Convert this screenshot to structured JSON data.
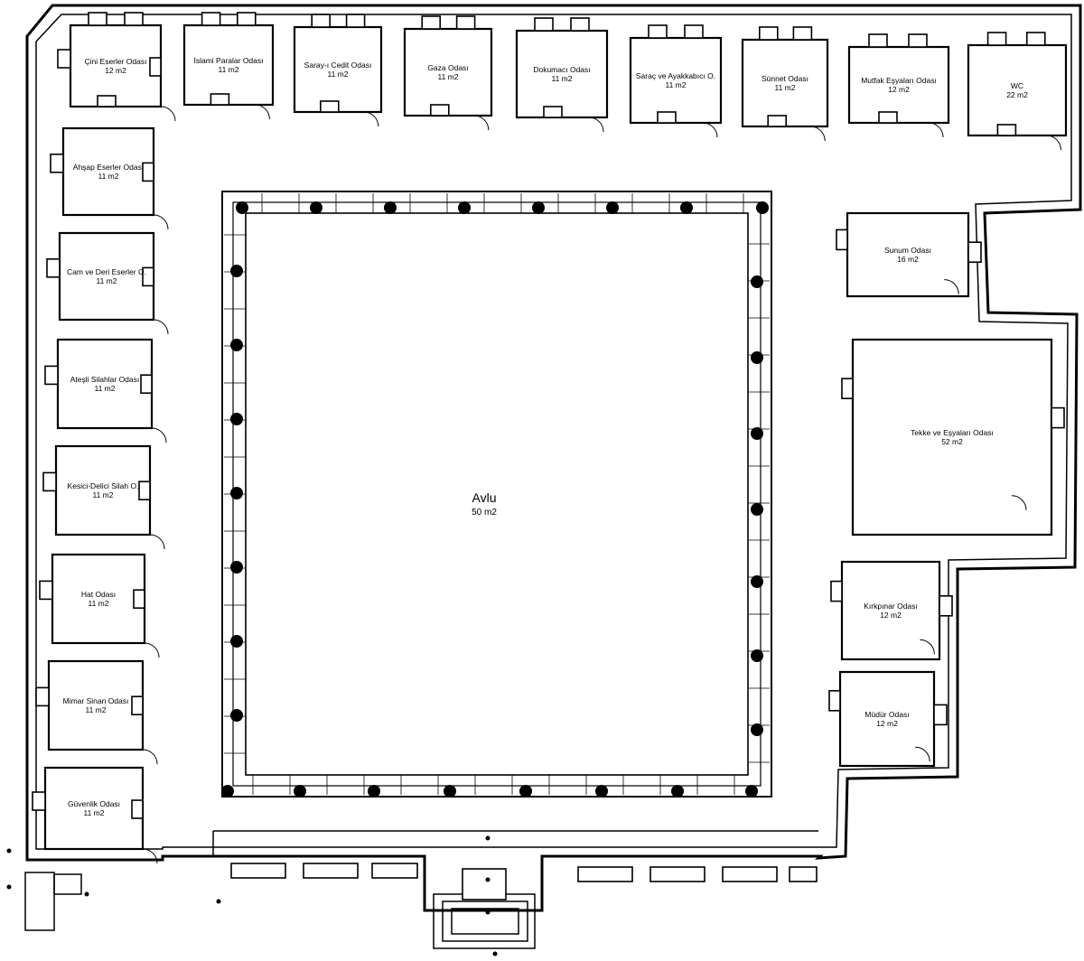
{
  "courtyard": {
    "name": "Avlu",
    "area": "50 m2"
  },
  "rooms": [
    {
      "id": "cini",
      "name": "Çini Eserler Odası",
      "area": "12 m2"
    },
    {
      "id": "islami",
      "name": "İslami Paralar Odası",
      "area": "11 m2"
    },
    {
      "id": "saray",
      "name": "Saray-ı Cedit Odası",
      "area": "11 m2"
    },
    {
      "id": "gaza",
      "name": "Gaza Odası",
      "area": "11 m2"
    },
    {
      "id": "dokumaci",
      "name": "Dokumacı Odası",
      "area": "11 m2"
    },
    {
      "id": "sarac",
      "name": "Saraç ve Ayakkabıcı O.",
      "area": "11 m2"
    },
    {
      "id": "sunnet",
      "name": "Sünnet Odası",
      "area": "11 m2"
    },
    {
      "id": "mutfak",
      "name": "Mutfak Eşyaları Odası",
      "area": "12 m2"
    },
    {
      "id": "wc",
      "name": "WC",
      "area": "22 m2"
    },
    {
      "id": "ahsap",
      "name": "Ahşap Eserler Odası",
      "area": "11 m2"
    },
    {
      "id": "cam",
      "name": "Cam ve Deri Eserler O.",
      "area": "11 m2"
    },
    {
      "id": "atesli",
      "name": "Ateşli Silahlar Odası",
      "area": "11 m2"
    },
    {
      "id": "kesici",
      "name": "Kesici-Delici Silah O.",
      "area": "11 m2"
    },
    {
      "id": "hat",
      "name": "Hat Odası",
      "area": "11 m2"
    },
    {
      "id": "mimar",
      "name": "Mimar Sinan Odası",
      "area": "11 m2"
    },
    {
      "id": "guvenlik",
      "name": "Güvenlik Odası",
      "area": "11 m2"
    },
    {
      "id": "sunum",
      "name": "Sunum Odası",
      "area": "16 m2"
    },
    {
      "id": "tekke",
      "name": "Tekke ve Eşyaları Odası",
      "area": "52 m2"
    },
    {
      "id": "kirkpinar",
      "name": "Kırkpınar Odası",
      "area": "12 m2"
    },
    {
      "id": "mudur",
      "name": "Müdür Odası",
      "area": "12 m2"
    }
  ]
}
